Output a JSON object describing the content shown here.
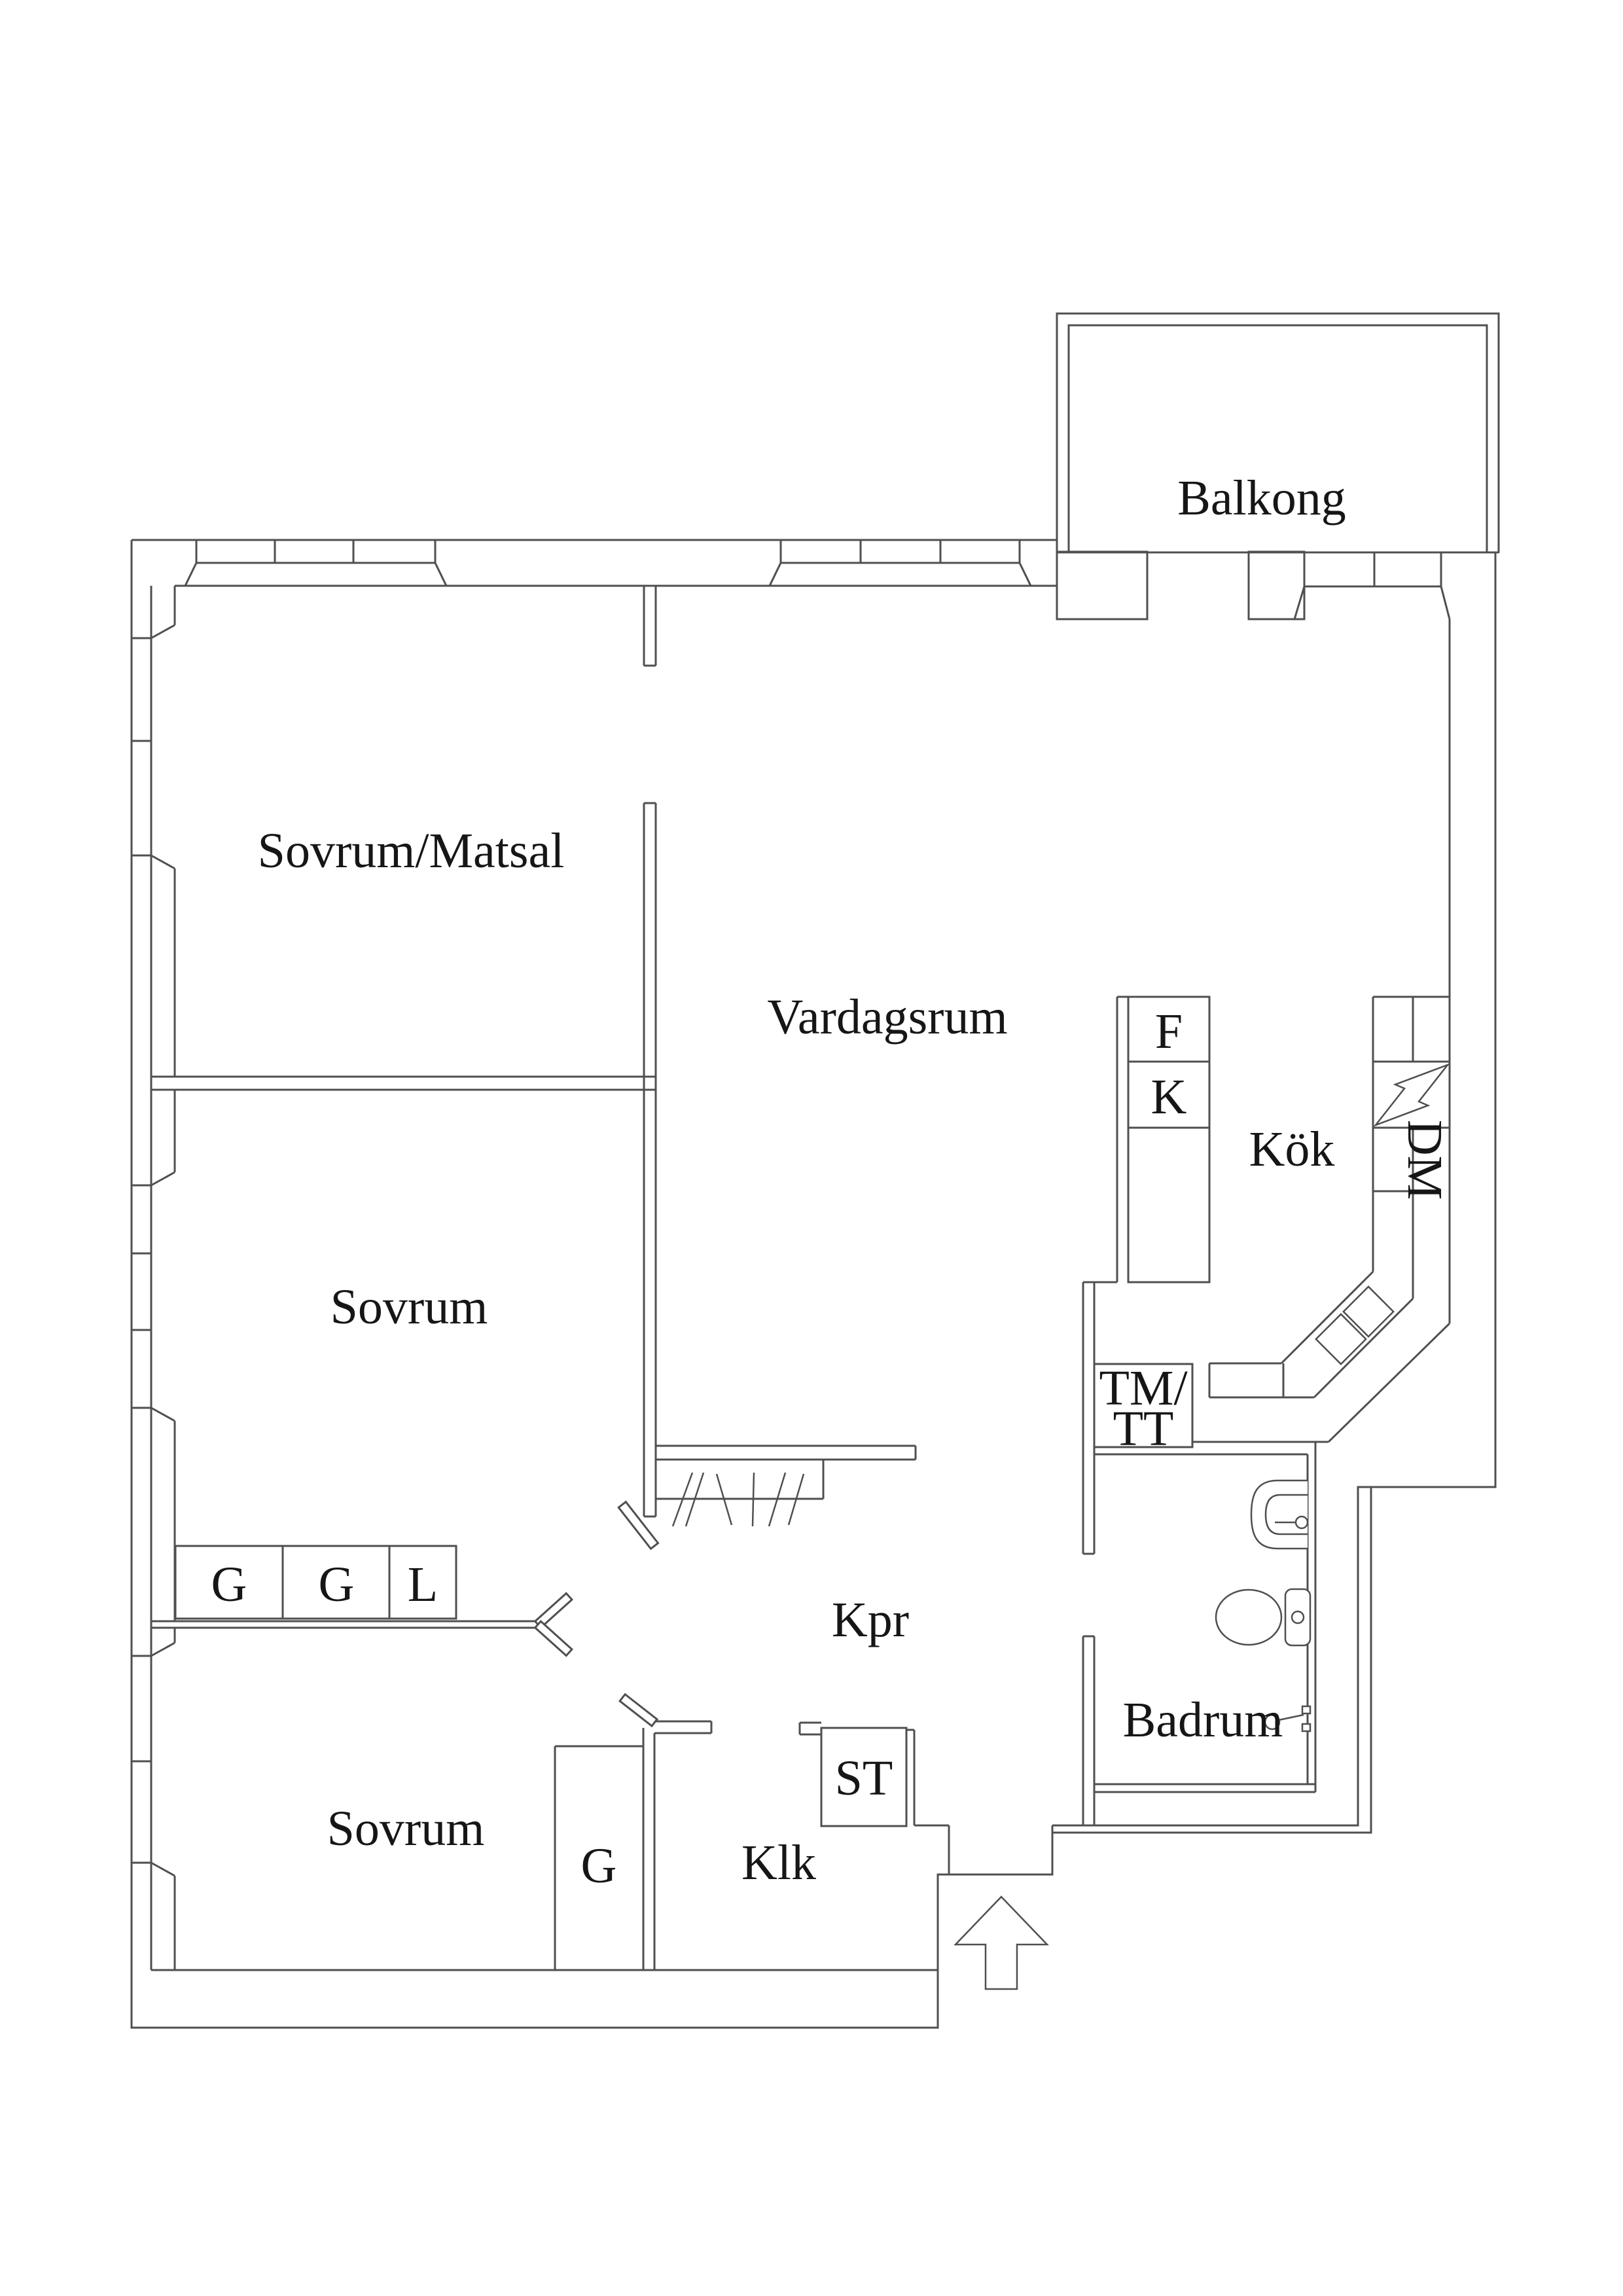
{
  "palette": {
    "line": "#4f4f4f",
    "text": "#161616",
    "background": "#ffffff"
  },
  "plan": {
    "labels": {
      "balcony": "Balkong",
      "bedroom_dining": "Sovrum/Matsal",
      "living_room": "Vardagsrum",
      "kitchen": "Kök",
      "fridge": "F",
      "freezer": "K",
      "dishwasher": "DM",
      "laundry_line1": "TM/",
      "laundry_line2": "TT",
      "bathroom": "Badrum",
      "bedroom_middle": "Sovrum",
      "closet_g1": "G",
      "closet_g2": "G",
      "closet_l": "L",
      "corridor": "Kpr",
      "bedroom_bottom": "Sovrum",
      "closet_g3": "G",
      "walk_in_closet": "Klk",
      "closet_st": "ST"
    }
  }
}
